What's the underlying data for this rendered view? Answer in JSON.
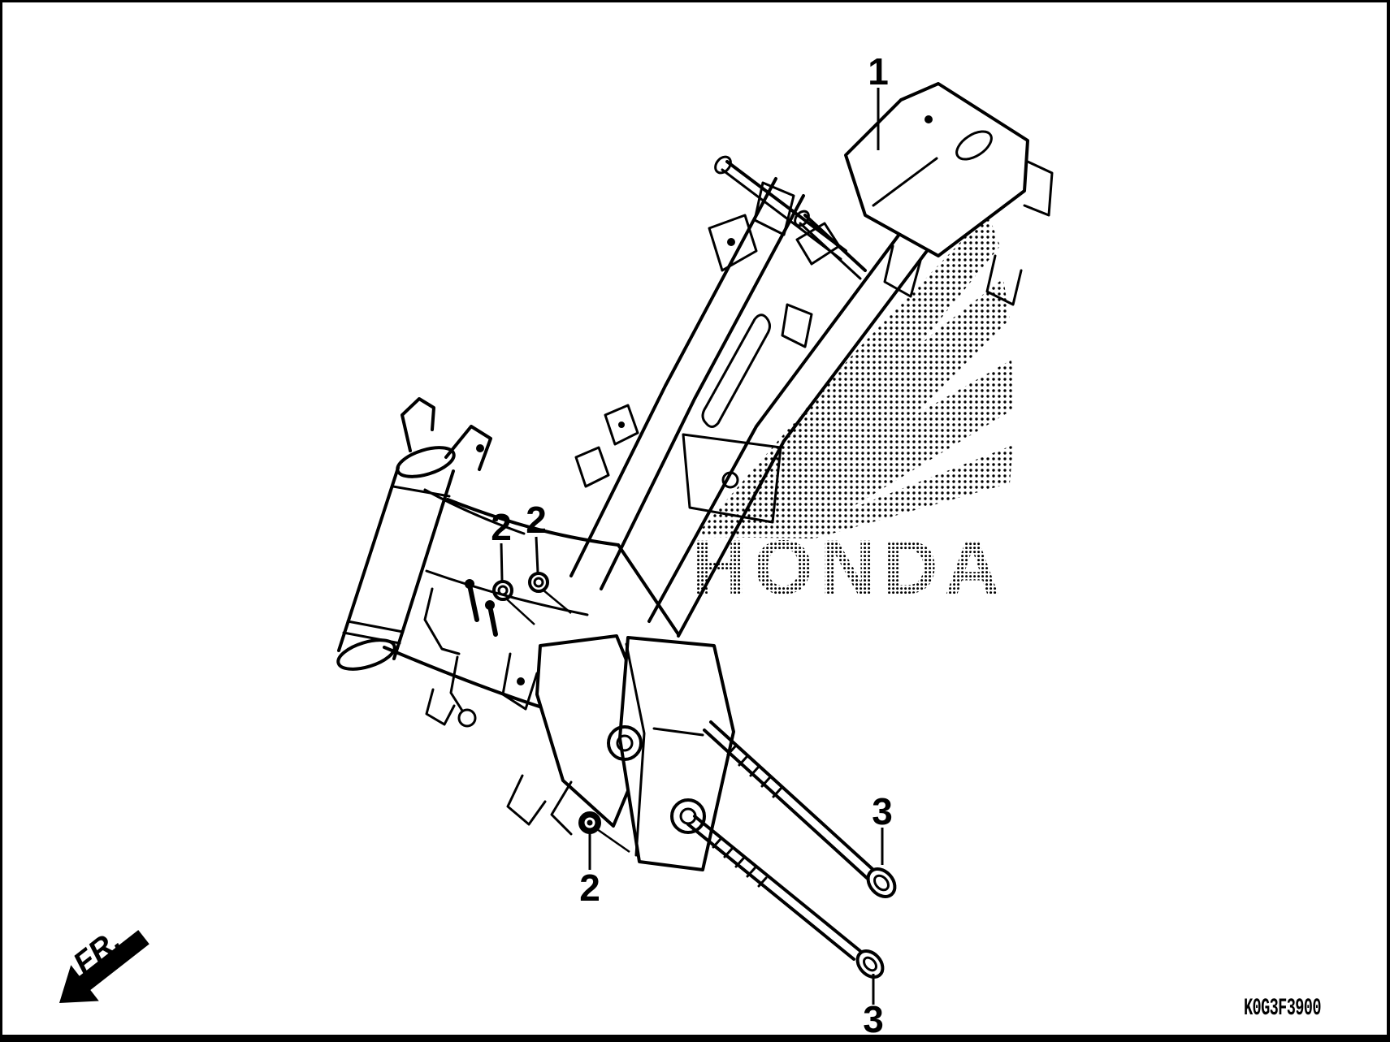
{
  "figure": {
    "type": "parts-exploded-diagram",
    "subject": "frame body",
    "drawing_code": "K0G3F3900",
    "front_direction_label": "FR.",
    "watermark": {
      "text": "HONDA",
      "style": "halftone-dot wing logo"
    },
    "callouts": [
      {
        "label": "1",
        "points_to": "frame body (main frame)"
      },
      {
        "label": "2",
        "points_to": "flange nut upper-left"
      },
      {
        "label": "2",
        "points_to": "flange nut upper-right"
      },
      {
        "label": "2",
        "points_to": "flange nut lower"
      },
      {
        "label": "3",
        "points_to": "flange bolt upper"
      },
      {
        "label": "3",
        "points_to": "flange bolt lower"
      }
    ],
    "colors": {
      "ink": "#000000",
      "background": "#ffffff"
    }
  }
}
